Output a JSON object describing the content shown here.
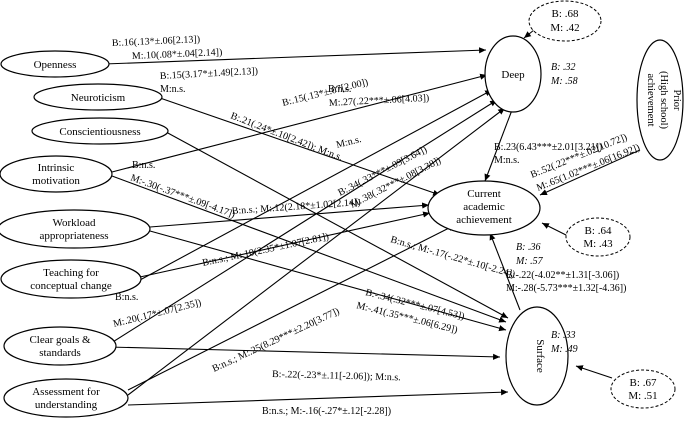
{
  "nodes": {
    "openness": "Openness",
    "neuroticism": "Neuroticism",
    "conscientiousness": "Conscientiousness",
    "intrinsic_1": "Intrinsic",
    "intrinsic_2": "motivation",
    "workload_1": "Workload",
    "workload_2": "appropriateness",
    "teaching_1": "Teaching for",
    "teaching_2": "conceptual change",
    "clear_1": "Clear goals &",
    "clear_2": "standards",
    "assessment_1": "Assessment for",
    "assessment_2": "understanding",
    "deep": "Deep",
    "current_1": "Current",
    "current_2": "academic",
    "current_3": "achievement",
    "surface": "Surface",
    "prior_1": "Prior",
    "prior_2": "(High school)",
    "prior_3": "achievement"
  },
  "residuals": {
    "deep_b": "B: .68",
    "deep_m": "M: .42",
    "current_b": "B: .64",
    "current_m": "M: .43",
    "surface_b": "B: .67",
    "surface_m": "M: .51"
  },
  "r_squared": {
    "deep_b": "B: .32",
    "deep_m": "M: .58",
    "current_b": "B: .36",
    "current_m": "M: .57",
    "surface_b": "B: .33",
    "surface_m": "M: .49"
  },
  "edge_labels": {
    "openness_deep_1": "B:.16(.13*±.06[2.13])",
    "openness_deep_2": "M:.10(.08*±.04[2.14])",
    "neuro_1": "B:.15(3.17*±1.49[2.13])",
    "neuro_2": "M:n.s.",
    "deep_ns_b": "B:n.s.",
    "deep_27": "M:.27(.22***±.06[4.03])",
    "conc_1": "B:.21(.24*±.10[2.42]); M:n.s.",
    "b15": "B:.15(.13*±.07[2.00])",
    "mns_1": "M:n.s.",
    "intrinsic_bns": "B:n.s.",
    "intrinsic_m": "M:-.30(-.37***±.09[-4.17])",
    "workload_cur": "B:n.s.; M:.12(2.18*±1.02[2.14])",
    "b34": "B:.34(.33***±.09[3.64])",
    "m38": "M:.38(.32***±.08[3.38])",
    "teaching_cur": "B:n.s.; M:.10(2.35*±1.07[2.81])",
    "deep_cur_1": "B:.23(6.43***±2.01[3.21])",
    "deep_cur_2": "M:n.s.",
    "prior_cur_1": "B:.52(.22***±.02[10.72])",
    "prior_cur_2": "M:.65(1.02***±.06[16.92])",
    "m17": "B:n.s.; M:-.17(-.22*±.10[-2.24])",
    "surf_cur_1": "B:-.22(-4.02**±1.31[-3.06])",
    "surf_cur_2": "M:-.28(-5.73***±1.32[-4.36])",
    "clear_bns": "B:n.s.",
    "clear_m": "M:.20(.17*±.07[2.35])",
    "b25": "B:n.s.; M:.25(8.29***±2.20[3.77])",
    "b_34_surf": "B:-.34(.32***±.07[4.53])",
    "m_41_surf": "M:-.41(.35***±.06[6.29])",
    "clear_surf": "B:-.22(-.23*±.11[-2.06]); M:n.s.",
    "assess_surf": "B:n.s.; M:-.16(-.27*±.12[-2.28])"
  }
}
